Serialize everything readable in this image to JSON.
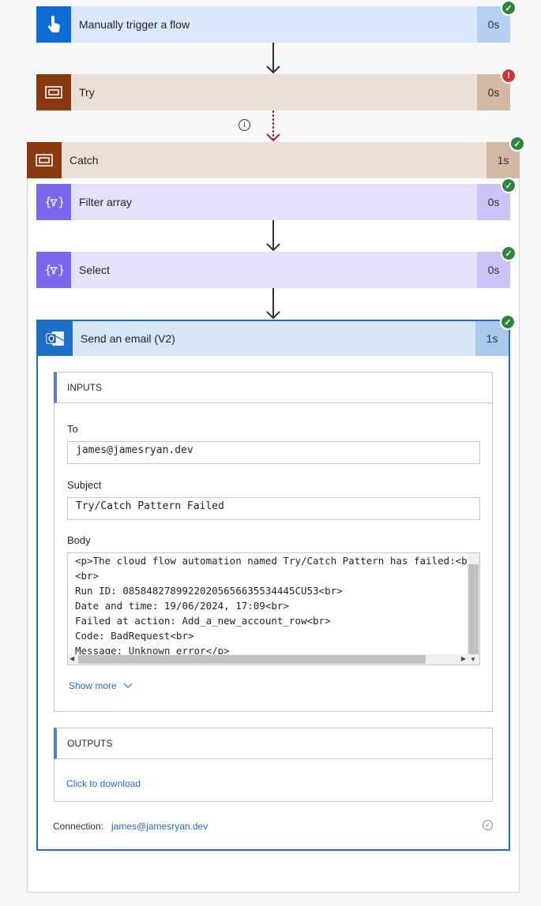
{
  "steps": {
    "trigger": {
      "title": "Manually trigger a flow",
      "duration": "0s",
      "status": "succeeded"
    },
    "try": {
      "title": "Try",
      "duration": "0s",
      "status": "failed"
    },
    "catch": {
      "title": "Catch",
      "duration": "1s",
      "status": "succeeded"
    },
    "filter": {
      "title": "Filter array",
      "duration": "0s",
      "status": "succeeded"
    },
    "select": {
      "title": "Select",
      "duration": "0s",
      "status": "succeeded"
    },
    "email": {
      "title": "Send an email (V2)",
      "duration": "1s",
      "status": "succeeded"
    }
  },
  "email_details": {
    "inputs_header": "INPUTS",
    "to_label": "To",
    "to_value": "james@jamesryan.dev",
    "subject_label": "Subject",
    "subject_value": "Try/Catch Pattern Failed",
    "body_label": "Body",
    "body_lines": [
      "<p>The cloud flow automation named Try/Catch Pattern has failed:<br",
      "<br>",
      "Run ID: 08584827899220205656635534445CU53<br>",
      "Date and time: 19/06/2024, 17:09<br>",
      "Failed at action: Add_a_new_account_row<br>",
      "Code: BadRequest<br>",
      "Message: Unknown error</p>"
    ],
    "show_more": "Show more",
    "outputs_header": "OUTPUTS",
    "download_link": "Click to download",
    "connection_label": "Connection:",
    "connection_value": "james@jamesryan.dev"
  },
  "colors": {
    "trigger_icon": "#0f6cd4",
    "trigger_bg": "#dbe8fb",
    "scope_icon": "#8a3a10",
    "scope_bg": "#ece0d6",
    "data_icon": "#7b68ee",
    "data_bg": "#e6e0fb",
    "outlook_icon": "#1e6fc7",
    "outlook_bg": "#d6e6f6",
    "success": "#2e8540",
    "error": "#d13438"
  }
}
